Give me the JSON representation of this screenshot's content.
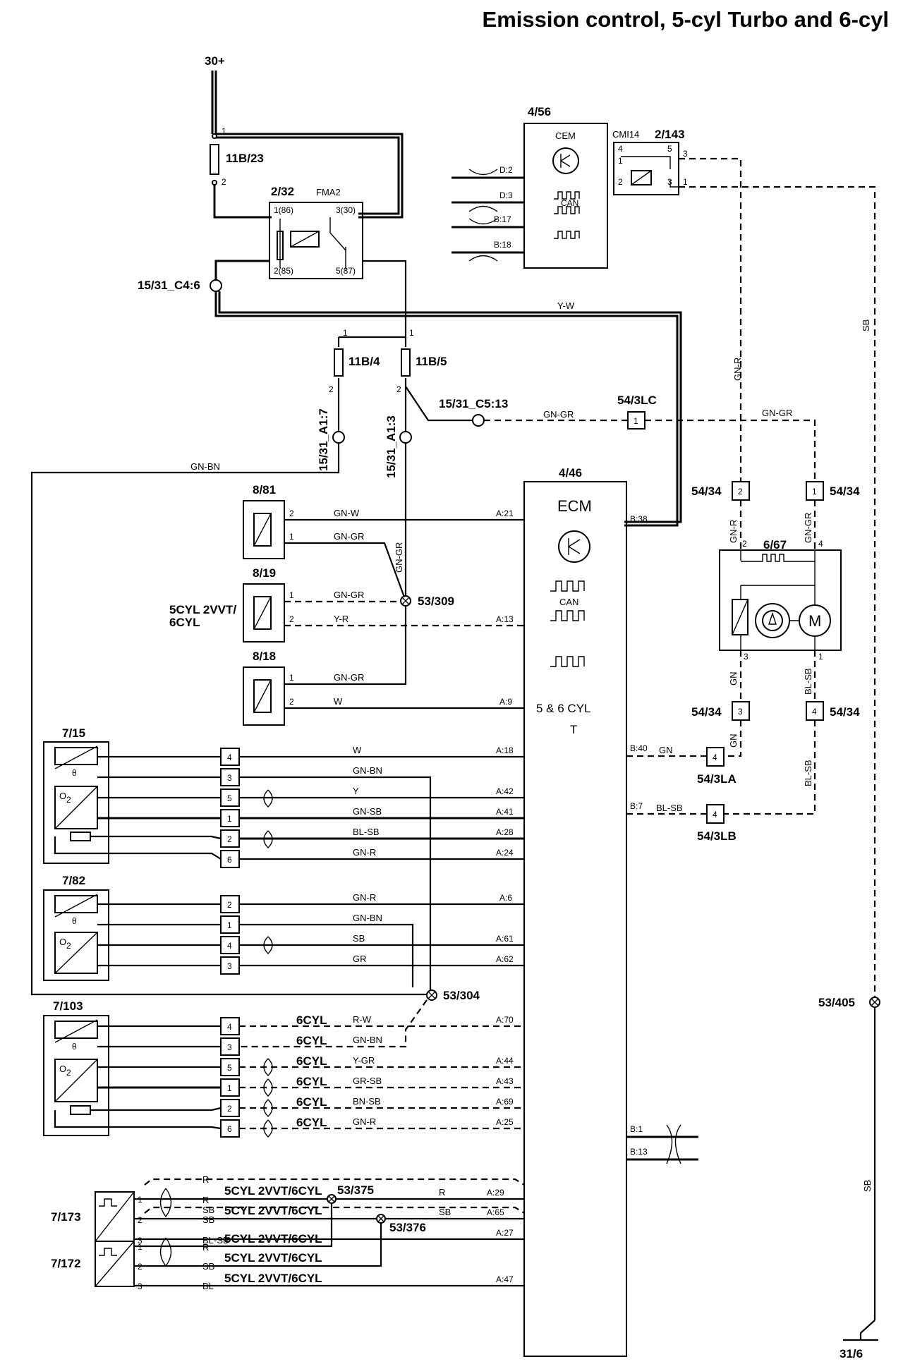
{
  "title": "Emission control, 5-cyl Turbo and 6-cyl",
  "supply": {
    "battery": "30+",
    "ground": "31/6"
  },
  "fuses": [
    {
      "id": "11B/23",
      "pin1": "1",
      "pin2": "2"
    },
    {
      "id": "11B/4",
      "pin1": "1",
      "pin2": "2"
    },
    {
      "id": "11B/5",
      "pin1": "1",
      "pin2": "2"
    }
  ],
  "relay": {
    "id": "2/32",
    "code": "FMA2",
    "pins": [
      "1(86)",
      "3(30)",
      "2(85)",
      "5(87)"
    ]
  },
  "cem": {
    "id": "4/56",
    "label": "CEM",
    "can": "CAN",
    "pins": [
      "D:2",
      "D:3",
      "B:17",
      "B:18"
    ]
  },
  "relay2": {
    "id": "2/143",
    "code": "CMI14",
    "pins": [
      "4",
      "1",
      "2",
      "5",
      "3",
      "3",
      "1"
    ]
  },
  "ecm": {
    "id": "4/46",
    "label": "ECM",
    "can": "CAN",
    "variant": "5 & 6 CYL",
    "variant2": "T",
    "pins": [
      "A:21",
      "A:13",
      "A:9",
      "A:18",
      "A:42",
      "A:41",
      "A:28",
      "A:24",
      "A:6",
      "A:61",
      "A:62",
      "A:70",
      "A:44",
      "A:43",
      "A:69",
      "A:25",
      "A:29",
      "A:65",
      "A:27",
      "A:47",
      "B:38",
      "B:40",
      "B:7",
      "B:1",
      "B:13"
    ]
  },
  "connectors": {
    "c4_6": "15/31_C4:6",
    "c5_13": "15/31_C5:13",
    "a1_7": "15/31_A1:7",
    "a1_3": "15/31_A1:3",
    "lc": "54/3LC",
    "la": "54/3LA",
    "lb": "54/3LB",
    "c54": "54/34"
  },
  "splices": [
    "53/309",
    "53/304",
    "53/375",
    "53/376",
    "53/405"
  ],
  "components": {
    "c881": "8/81",
    "c819": "8/19",
    "c818": "8/18",
    "c819_note1": "5CYL 2VVT/",
    "c819_note2": "6CYL",
    "c715": "7/15",
    "c782": "7/82",
    "c7103": "7/103",
    "c7173": "7/173",
    "c7172": "7/172",
    "c667": "6/67"
  },
  "wire_colors": {
    "yw": "Y-W",
    "gnbn": "GN-BN",
    "gngr": "GN-GR",
    "gnw": "GN-W",
    "yr": "Y-R",
    "w": "W",
    "y": "Y",
    "gnsb": "GN-SB",
    "blsb": "BL-SB",
    "gnr": "GN-R",
    "sb": "SB",
    "gr": "GR",
    "rw": "R-W",
    "ygr": "Y-GR",
    "grsb": "GR-SB",
    "bnsb": "BN-SB",
    "r": "R",
    "bl": "BL",
    "gn": "GN"
  },
  "variant_labels": {
    "cyl6": "6CYL",
    "cyl5": "5CYL 2VVT/6CYL"
  },
  "sensor_pins": {
    "s715": [
      "4",
      "3",
      "5",
      "1",
      "2",
      "6"
    ],
    "s782": [
      "2",
      "1",
      "4",
      "3"
    ],
    "s7103": [
      "4",
      "3",
      "5",
      "1",
      "2",
      "6"
    ],
    "s7173": [
      "1",
      "2",
      "3"
    ],
    "s7172": [
      "1",
      "2",
      "3"
    ]
  },
  "module667_pins": [
    "2",
    "4",
    "3",
    "1"
  ],
  "cn54_pins": [
    "2",
    "1",
    "3",
    "4"
  ],
  "conn_small": {
    "lc": "1",
    "la": "4",
    "lb": "4"
  },
  "o2_symbol": "O",
  "o2_sub": "2",
  "motor_symbol": "M",
  "theta": "θ"
}
